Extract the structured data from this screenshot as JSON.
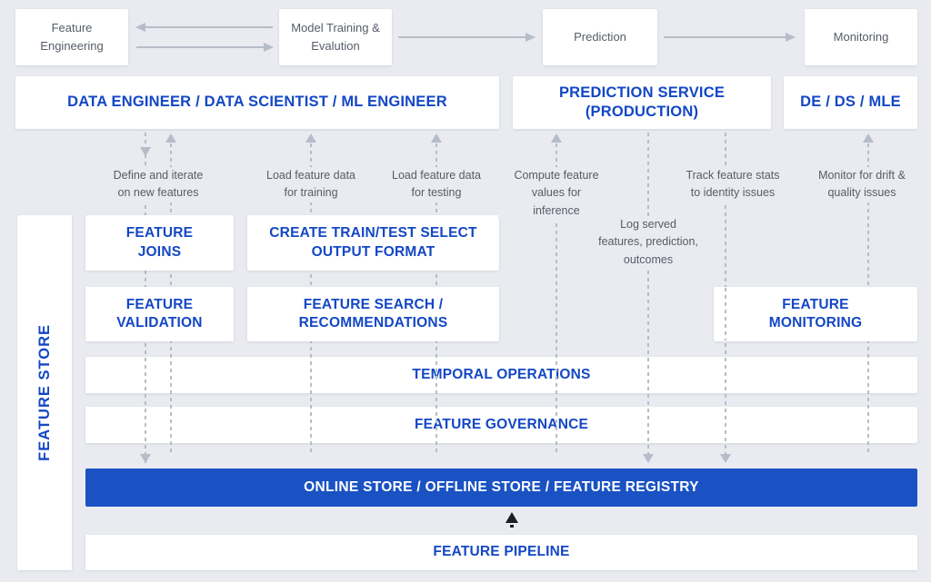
{
  "colors": {
    "page_bg": "#e9ebf0",
    "box_bg": "#ffffff",
    "blue_text": "#1347c5",
    "blue_bar_bg": "#1a52c3",
    "blue_bar_text": "#ffffff",
    "gray_text": "#565c68",
    "arrow_gray": "#b6bcc9",
    "black_arrow": "#1b1e24"
  },
  "top_flow": {
    "nodes": [
      {
        "label": "Feature\nEngineering"
      },
      {
        "label": "Model Training &\nEvalution"
      },
      {
        "label": "Prediction"
      },
      {
        "label": "Monitoring"
      }
    ]
  },
  "personas": [
    {
      "label": "DATA ENGINEER / DATA SCIENTIST / ML ENGINEER"
    },
    {
      "label": "PREDICTION SERVICE\n(PRODUCTION)"
    },
    {
      "label": "DE / DS / MLE"
    }
  ],
  "flow_labels": [
    {
      "text": "Define and iterate\non new features"
    },
    {
      "text": "Load feature data\nfor training"
    },
    {
      "text": "Load feature data\nfor testing"
    },
    {
      "text": "Compute feature\nvalues for\ninference"
    },
    {
      "text": "Log served\nfeatures, prediction,\noutcomes"
    },
    {
      "text": "Track feature stats\nto identity issues"
    },
    {
      "text": "Monitor for drift &\nquality issues"
    }
  ],
  "feature_store": {
    "sidebar_label": "FEATURE STORE",
    "feature_joins": "FEATURE\nJOINS",
    "create_train_test": "CREATE TRAIN/TEST SELECT\nOUTPUT FORMAT",
    "feature_validation": "FEATURE\nVALIDATION",
    "feature_search": "FEATURE SEARCH /\nRECOMMENDATIONS",
    "feature_monitoring": "FEATURE\nMONITORING",
    "temporal_operations": "TEMPORAL OPERATIONS",
    "feature_governance": "FEATURE GOVERNANCE",
    "online_store_bar": "ONLINE STORE / OFFLINE STORE / FEATURE REGISTRY",
    "feature_pipeline": "FEATURE PIPELINE"
  }
}
